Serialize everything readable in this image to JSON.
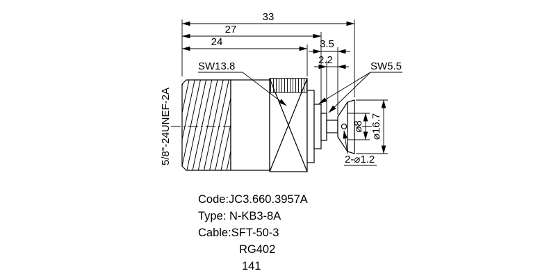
{
  "drawing_title": "N coaxial connector dimensioned drawing",
  "labels": {
    "len33": "33",
    "len27": "27",
    "len24": "24",
    "len3_5": "3.5",
    "len2_2": "2.2",
    "sw_nut": "SW13.8",
    "sw_flat": "SW5.5",
    "thread_spec": "5/8\"-24UNEF-2A",
    "dia_8": "⌀8",
    "dia_16_7": "⌀16.7",
    "holes": "2-⌀1.2"
  },
  "notes": {
    "code": "Code:JC3.660.3957A",
    "type": "Type: N-KB3-8A",
    "cable": "Cable:SFT-50-3",
    "cable_alt": "RG402",
    "length_note": "141"
  },
  "colors": {
    "ink": "#000000",
    "background": "#ffffff"
  }
}
